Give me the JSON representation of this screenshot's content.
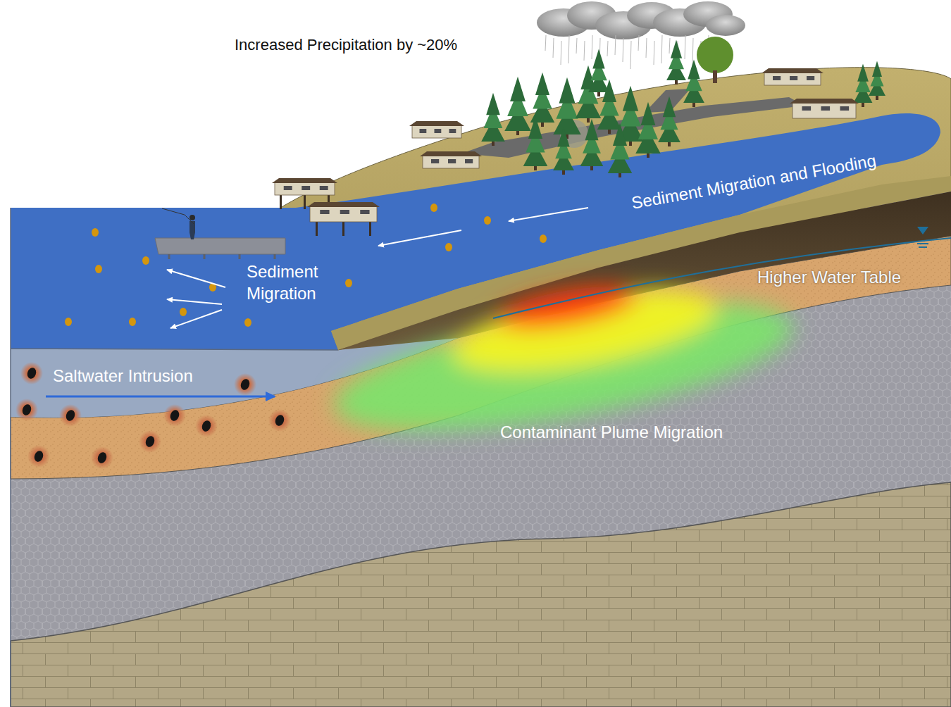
{
  "diagram": {
    "labels": [
      "Increased Precipitation by ~20%",
      "Sediment Migration and Flooding",
      "Sediment Migration",
      "Higher Water Table",
      "Saltwater Intrusion",
      "Contaminant Plume Migration"
    ]
  }
}
